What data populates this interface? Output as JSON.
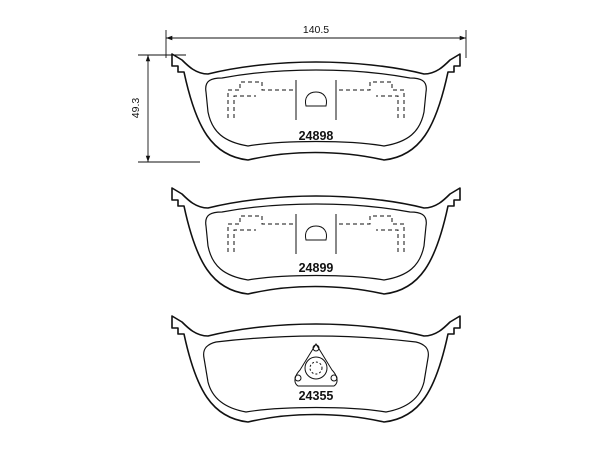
{
  "dimensions": {
    "width_label": "140.5",
    "height_label": "49.3"
  },
  "parts": [
    {
      "number": "24898",
      "variant": "with-wear-indicator"
    },
    {
      "number": "24899",
      "variant": "with-wear-indicator"
    },
    {
      "number": "24355",
      "variant": "with-clip"
    }
  ]
}
